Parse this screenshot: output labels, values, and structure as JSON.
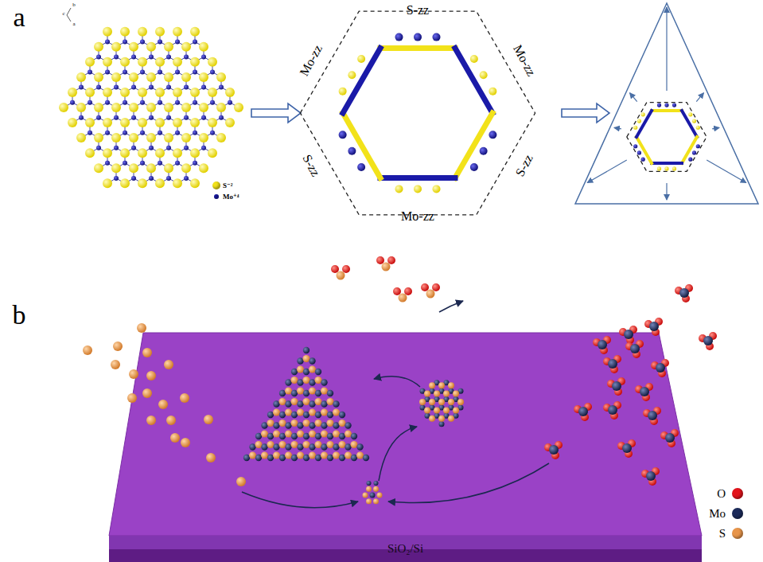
{
  "diagram": {
    "nodes": [
      {
        "text": [
          "SiO₂/Si"
        ]
      }
    ],
    "labels": [
      "a",
      "b",
      "c",
      "a",
      "S-zz",
      "Mo-zz",
      "Mo-zz",
      "S-zz",
      "S-zz",
      "Mo-zz",
      "b"
    ],
    "legend": [
      {
        "text": "S⁻²",
        "color": "#f2e21a"
      },
      {
        "text": "Mo⁺⁴",
        "color": "#1a1aa8"
      },
      {
        "text": "O",
        "color": "#e3131b"
      },
      {
        "text": "Mo",
        "color": "#1c2b5a"
      },
      {
        "text": "S",
        "color": "#e8954a"
      }
    ]
  }
}
